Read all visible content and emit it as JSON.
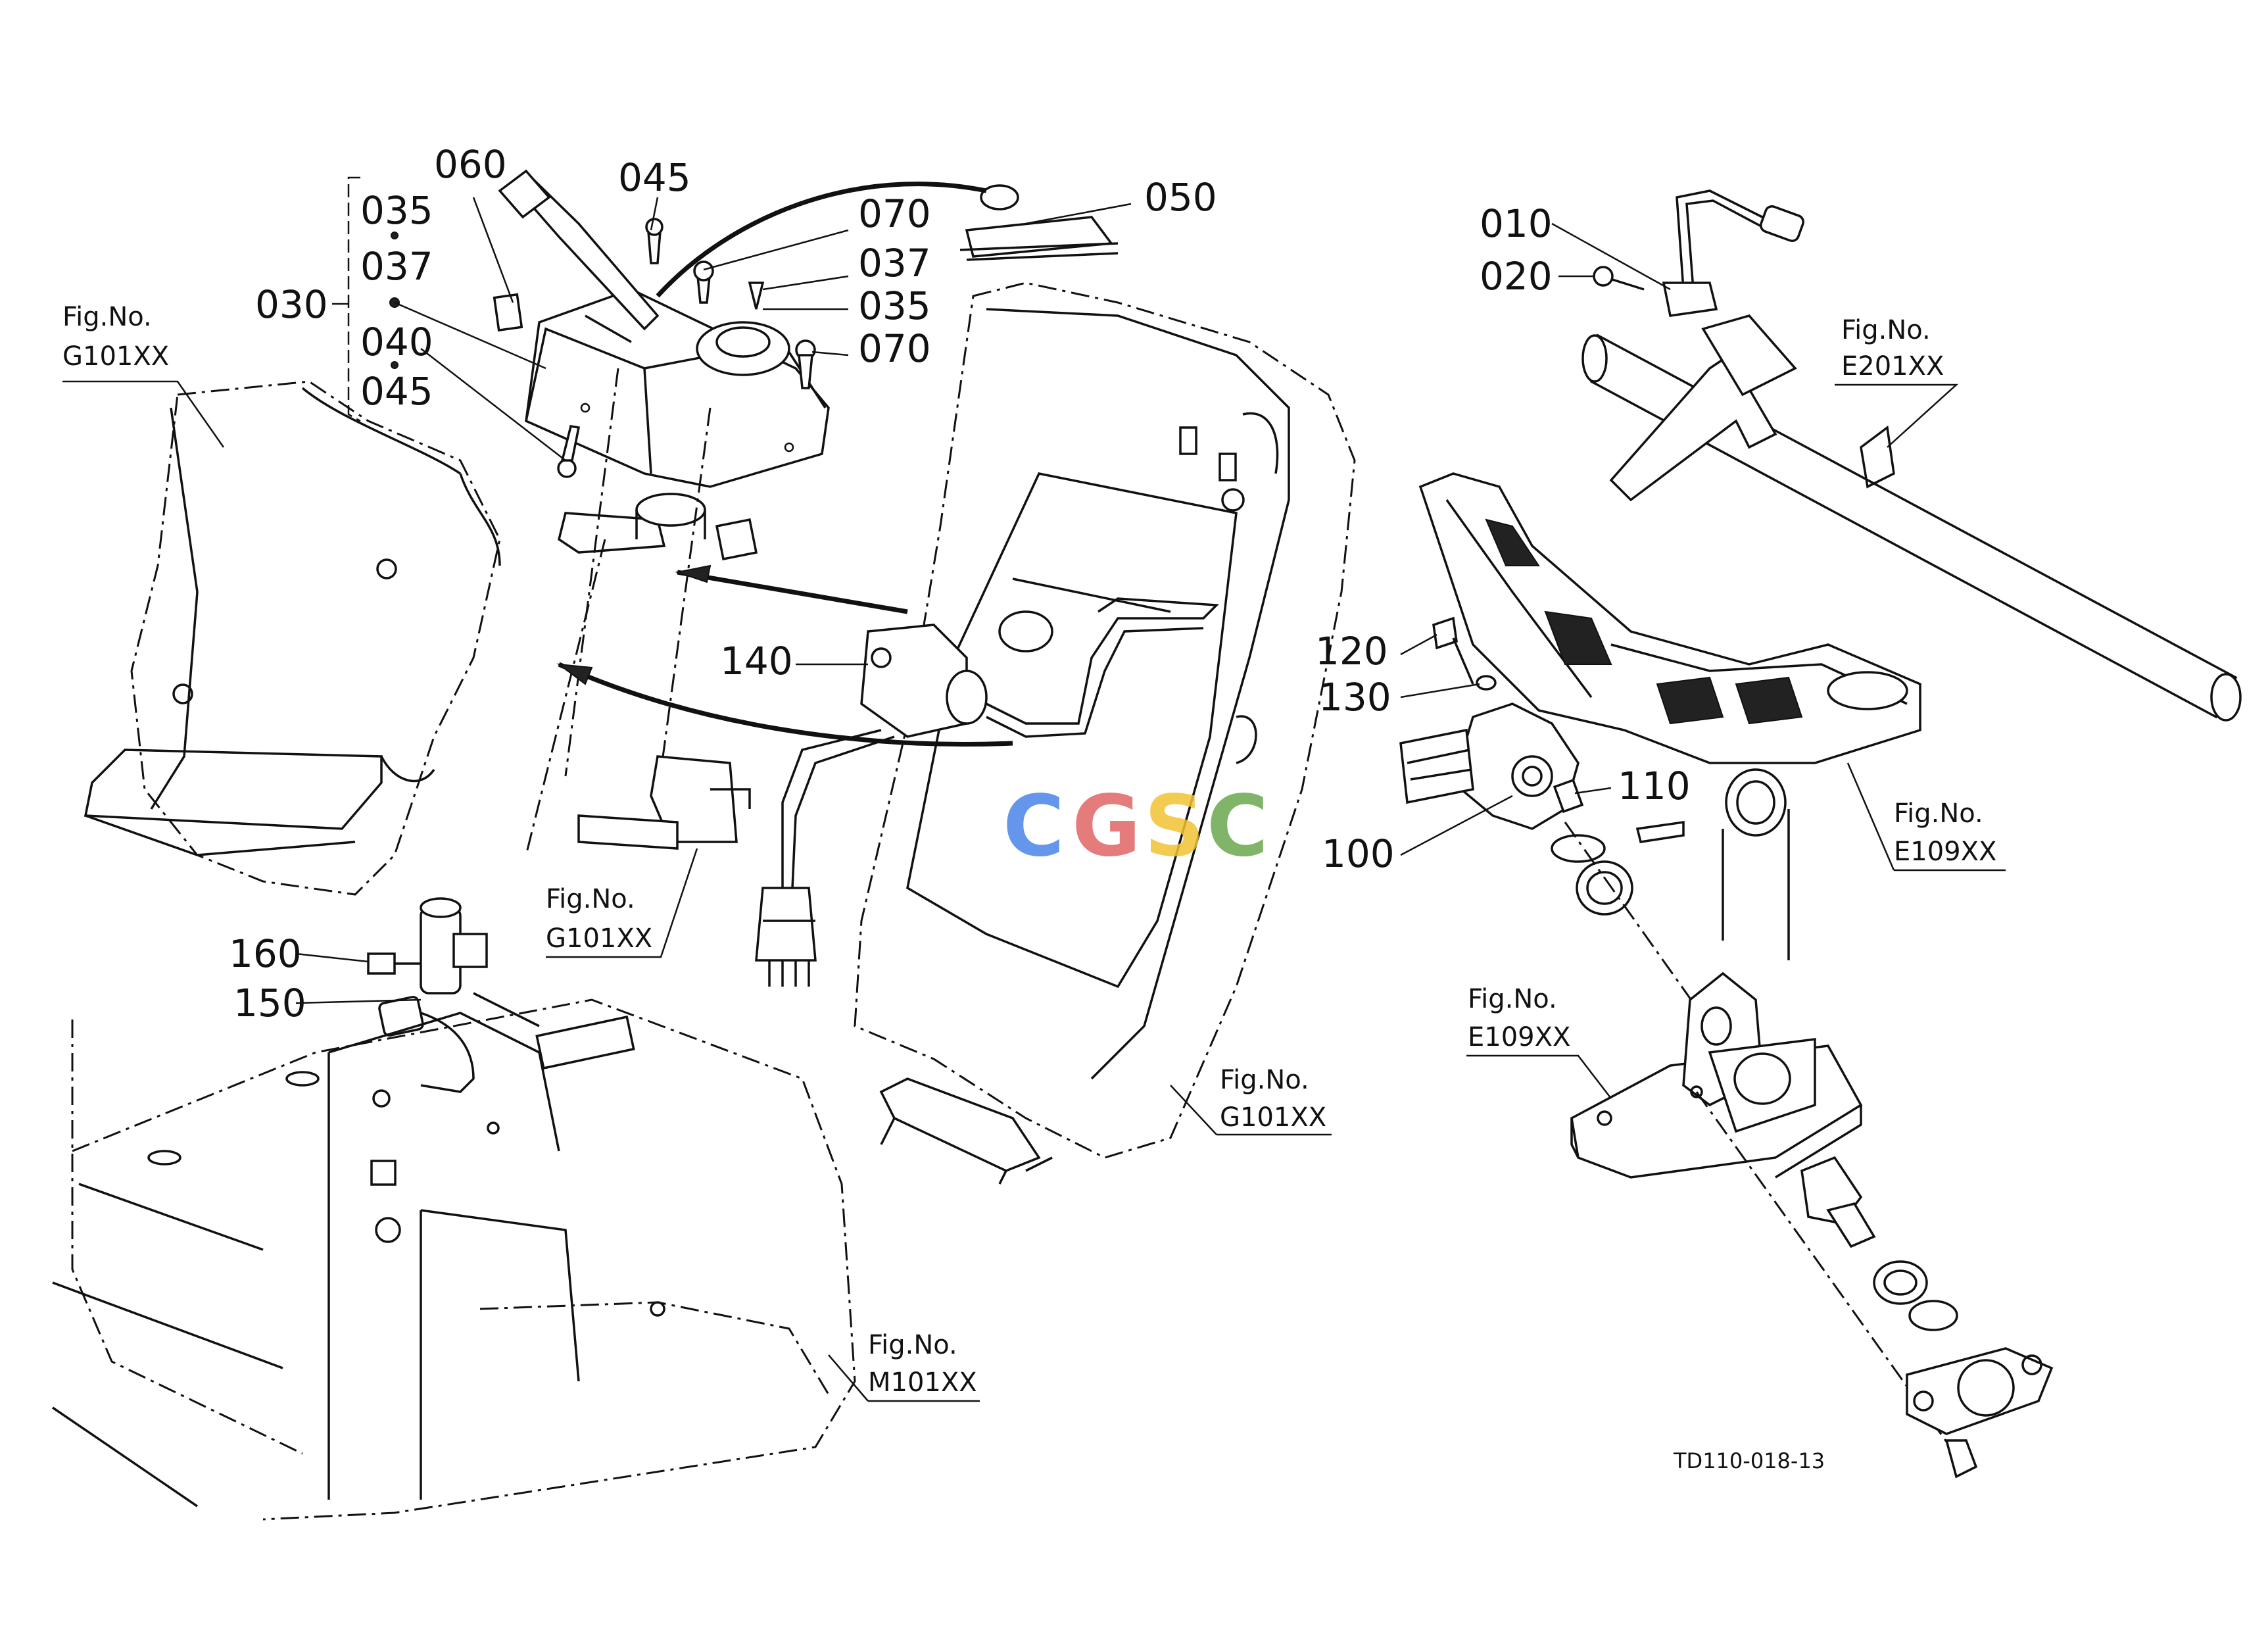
{
  "labels": {
    "p010": "010",
    "p020": "020",
    "p030": "030",
    "p035a": "035",
    "p037a": "037",
    "p040": "040",
    "p045a": "045",
    "p045b": "045",
    "p050": "050",
    "p060": "060",
    "p070a": "070",
    "p037b": "037",
    "p035b": "035",
    "p070b": "070",
    "p100": "100",
    "p110": "110",
    "p120": "120",
    "p130": "130",
    "p140": "140",
    "p150": "150",
    "p160": "160"
  },
  "figrefs": {
    "fig_heading": "Fig.No.",
    "g101_a": "G101XX",
    "g101_b": "G101XX",
    "g101_c": "G101XX",
    "e201": "E201XX",
    "e109_a": "E109XX",
    "e109_b": "E109XX",
    "m101": "M101XX"
  },
  "drawing_code": "TD110-018-13",
  "watermark": {
    "letters": [
      "C",
      "G",
      "S",
      "C"
    ],
    "colors": [
      "#4a86e8",
      "#e06666",
      "#f1c232",
      "#6aa84f"
    ]
  }
}
